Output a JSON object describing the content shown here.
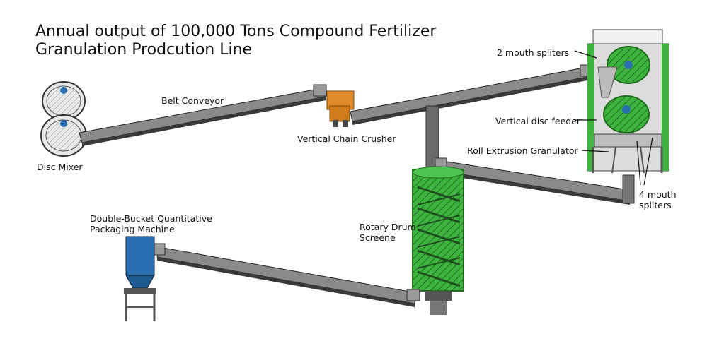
{
  "title": {
    "line1": "Annual output of 100,000 Tons Compound Fertilizer",
    "line2": "Granulation Prodcution Line"
  },
  "labels": {
    "belt_conveyor": "Belt Conveyor",
    "disc_mixer": "Disc Mixer",
    "vertical_chain_crusher": "Vertical Chain Crusher",
    "two_mouth_spliters": "2  mouth spliters",
    "vertical_disc_feeder": "Vertical disc feeder",
    "roll_extrusion_granulator": "Roll Extrusion Granulator",
    "four_mouth_line1": "4 mouth",
    "four_mouth_line2": "spliters",
    "rotary_drum_line1": "Rotary Drum",
    "rotary_drum_line2": "Screene",
    "packaging_line1": "Double-Bucket Quantitative",
    "packaging_line2": "Packaging Machine"
  },
  "colors": {
    "conveyor": "#4a4a4a",
    "conveyor_top": "#8a8a8a",
    "green": "#3fb33f",
    "green_dark": "#1e6e1e",
    "orange": "#e08a2a",
    "blue": "#2a6fb0",
    "frame": "#555555"
  }
}
